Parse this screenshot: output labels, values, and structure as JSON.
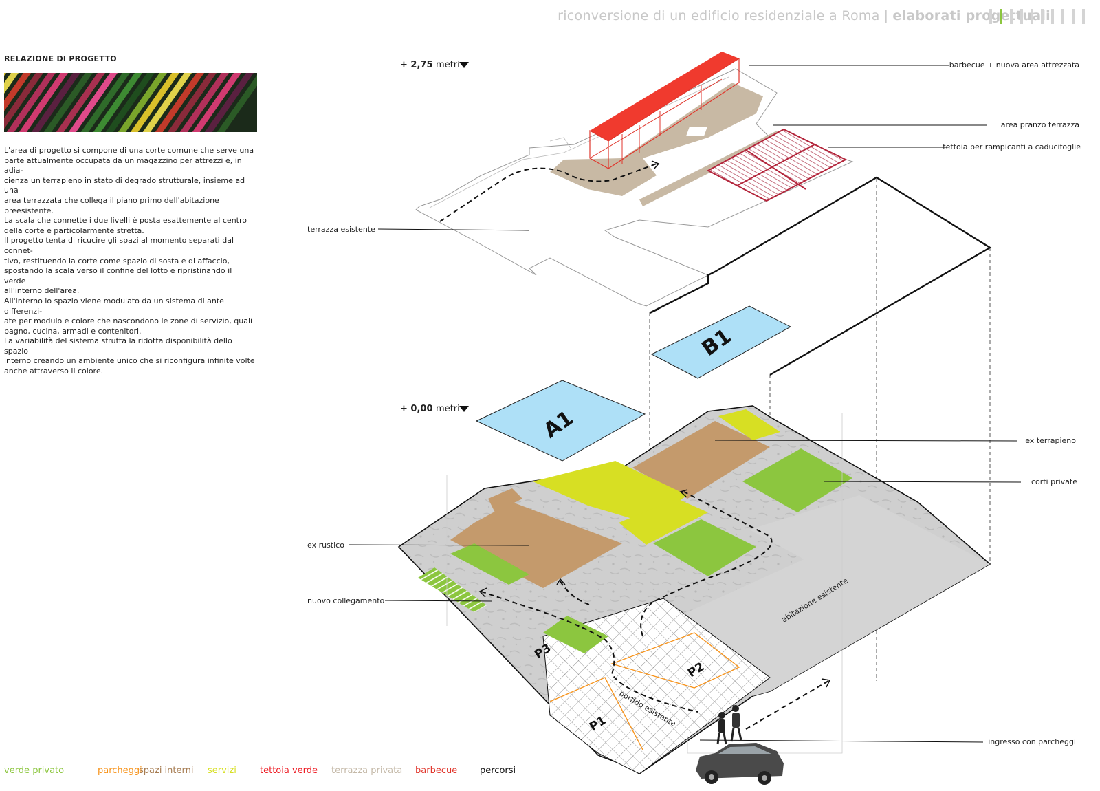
{
  "header": {
    "title": "riconversione di un edificio residenziale a Roma",
    "separator": "|",
    "subtitle": "elaborati progettuali"
  },
  "page_ticks": {
    "count": 10,
    "active_index": 1,
    "active_color": "#8cc63f",
    "inactive_color": "#d4d4d4"
  },
  "relazione": {
    "title": "RELAZIONE DI PROGETTO",
    "lines": [
      "L'area di progetto si compone di una corte comune che serve una",
      "parte attualmente occupata da un magazzino per attrezzi e, in adia-",
      "cienza un terrapieno in stato di degrado strutturale, insieme ad una",
      "area terrazzata che collega il piano primo dell'abitazione preesistente.",
      "La scala che connette i due livelli è posta esattemente al centro",
      "della corte e particolarmente stretta.",
      "Il progetto tenta di ricucire gli spazi al momento separati dal connet-",
      "tivo, restituendo la corte come spazio di sosta e di affaccio,",
      "spostando la scala verso il confine del lotto e ripristinando il verde",
      "all'interno dell'area.",
      "All'interno lo spazio viene modulato da un sistema di ante differenzi-",
      "ate per modulo e colore che nascondono le zone di servizio, quali",
      "bagno, cucina, armadi e contenitori.",
      "La variabilità del sistema sfrutta la ridotta disponibilità dello spazio",
      "interno creando un ambiente unico che si riconfigura infinite volte",
      "anche attraverso il colore."
    ]
  },
  "levels": {
    "upper": "+ 2,75",
    "upper_unit": "metri",
    "lower": "+ 0,00",
    "lower_unit": "metri"
  },
  "zones": {
    "a1": "A1",
    "b1": "B1",
    "p1": "P1",
    "p2": "P2",
    "p3": "P3"
  },
  "plan_labels": {
    "abitazione": "abitazione esistente",
    "porfido": "porfido esistente"
  },
  "callouts": {
    "barbecue": "barbecue + nuova area attrezzata",
    "area_pranzo": "area pranzo terrazza",
    "tettoia": "tettoia per rampicanti a caducifoglie",
    "terrazza": "terrazza esistente",
    "ex_terrapieno": "ex terrapieno",
    "corti": "corti private",
    "ex_rustico": "ex rustico",
    "nuovo_collegamento": "nuovo collegamento",
    "ingresso": "ingresso con parcheggi"
  },
  "legend": [
    {
      "label": "verde privato",
      "color": "#8cc63f"
    },
    {
      "label": "parcheggi",
      "color": "#f7941d"
    },
    {
      "label": "spazi interni",
      "color": "#a67c52"
    },
    {
      "label": "servizi",
      "color": "#d7df23"
    },
    {
      "label": "tettoia verde",
      "color": "#ed1c24"
    },
    {
      "label": "terrazza privata",
      "color": "#c4b9a8"
    },
    {
      "label": "barbecue",
      "color": "#e0362c"
    },
    {
      "label": "percorsi",
      "color": "#111111"
    }
  ],
  "colors": {
    "verde": "#8cc63f",
    "interni": "#c49a6c",
    "servizi": "#d7df23",
    "terrazza": "#c8b9a4",
    "barbecue": "#f03a2e",
    "pergola": "#b3243a",
    "volumi": "#aee0f7",
    "pavimento": "#cfcfcf",
    "abitazione": "#d4d4d4",
    "parcheggi": "#f7941d"
  }
}
